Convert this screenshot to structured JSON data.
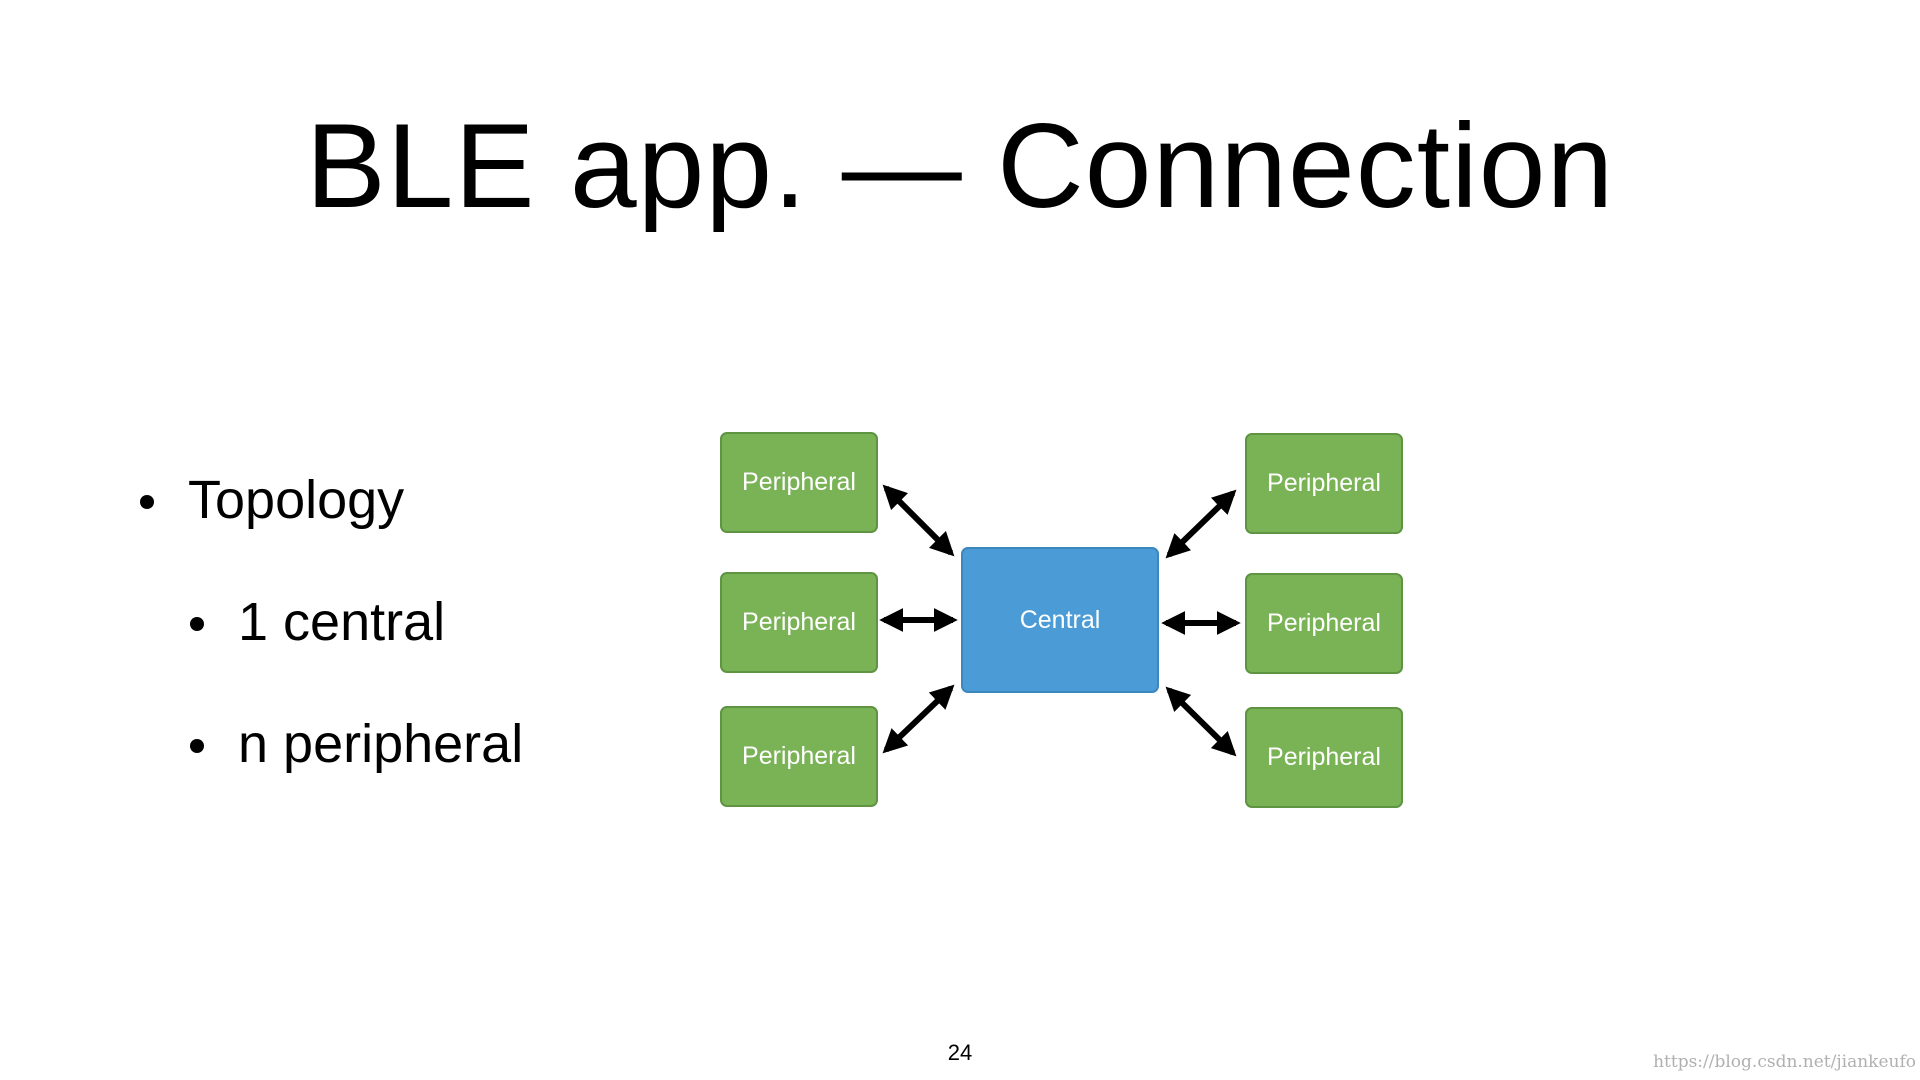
{
  "title": "BLE app. — Connection",
  "bullets": {
    "topology": "Topology",
    "central_count": "1 central",
    "peripheral_count": "n peripheral"
  },
  "diagram": {
    "peripheral_label": "Peripheral",
    "central_label": "Central",
    "peripheral_color": "#7ab256",
    "central_color": "#4b9cd6"
  },
  "page_number": "24",
  "watermark": "https://blog.csdn.net/jiankeufo"
}
